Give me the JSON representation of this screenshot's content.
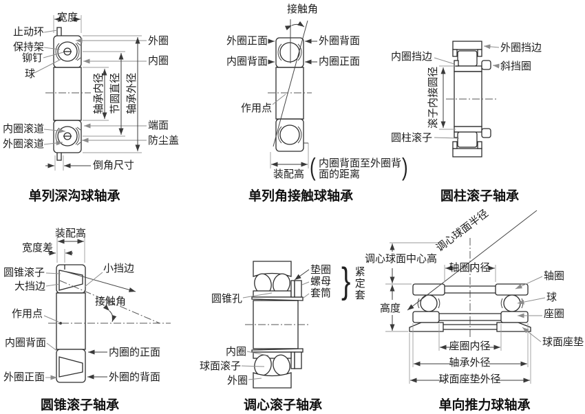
{
  "figure": {
    "d1": {
      "caption": "单列深沟球轴承",
      "labels": {
        "kuandu": "宽度",
        "zhidonghuan": "止动环",
        "baochijia": "保持架",
        "maoding": "铆钉",
        "qiu": "球",
        "neiquangundao": "内圈滚道",
        "waiquangundao": "外圈滚道",
        "waiquan": "外圈",
        "neiquan": "内圈",
        "zhouchengneijing": "轴承内径",
        "jieyuanzhijing": "节圆直径",
        "zhouchengwaijing": "轴承外径",
        "duanmian": "端面",
        "fangchengai": "防尘盖",
        "daojiao": "倒角尺寸"
      }
    },
    "d2": {
      "caption": "单列角接触球轴承",
      "labels": {
        "jiechujiao": "接触角",
        "waiquanzhengmian": "外圈正面",
        "neiquanbeimian": "内圈背面",
        "zuoyongdian": "作用点",
        "waiquanbeimian": "外圈背面",
        "neiquanzhengmian": "内圈正面",
        "zhuangpeigao": "装配高",
        "note1": "内圈背面至外圈背",
        "note2": "面的距离",
        "paren_open": "(",
        "paren_close": ")"
      }
    },
    "d3": {
      "caption": "圆柱滚子轴承",
      "labels": {
        "neiquandangbian": "内圈挡边",
        "gunzineijieyuanjing": "滚子内接圆径",
        "yuanzhugunzi": "圆柱滚子",
        "waiquandangbian": "外圈挡边",
        "xiedangquan": "斜挡圈"
      }
    },
    "d4": {
      "caption": "圆锥滚子轴承",
      "labels": {
        "zhuangpeigao": "装配高",
        "kuanducha": "宽度差",
        "yuanzhuigunzi": "圆锥滚子",
        "dadangbian": "大挡边",
        "xiaodangbian": "小挡边",
        "jiechujiao": "接触角",
        "zuoyongdian": "作用点",
        "neiquanbeimian": "内圈背面",
        "neiquanzhengmian": "内圈的正面",
        "waiquanzhengmian": "外圈正面",
        "waiquanbeimian": "外圈的背面"
      }
    },
    "d5": {
      "caption": "调心滚子轴承",
      "labels": {
        "yuanzhuikong": "圆锥孔",
        "dianquan": "垫圈",
        "luomu": "螺母",
        "taotong": "套筒",
        "jindingtao": "紧定套",
        "brace": "}",
        "neiquan": "内圈",
        "qiumiangunzi": "球面滚子",
        "waiquan": "外圈"
      }
    },
    "d6": {
      "caption": "单向推力球轴承",
      "labels": {
        "tiaoxinbanjing": "调心球面半径",
        "tiaoxinzhongxingao": "调心球面中心高",
        "gaodu": "高度",
        "zhouquanneijing": "轴圈内径",
        "zhouquan": "轴圈",
        "qiu": "球",
        "zuoquan": "座圈",
        "qiumianzuodian": "球面座垫",
        "zuoquanneijing": "座圈内径",
        "zhouchengwaijing": "轴承外径",
        "qiumianzuodianwaijing": "球面座垫外径"
      }
    }
  }
}
